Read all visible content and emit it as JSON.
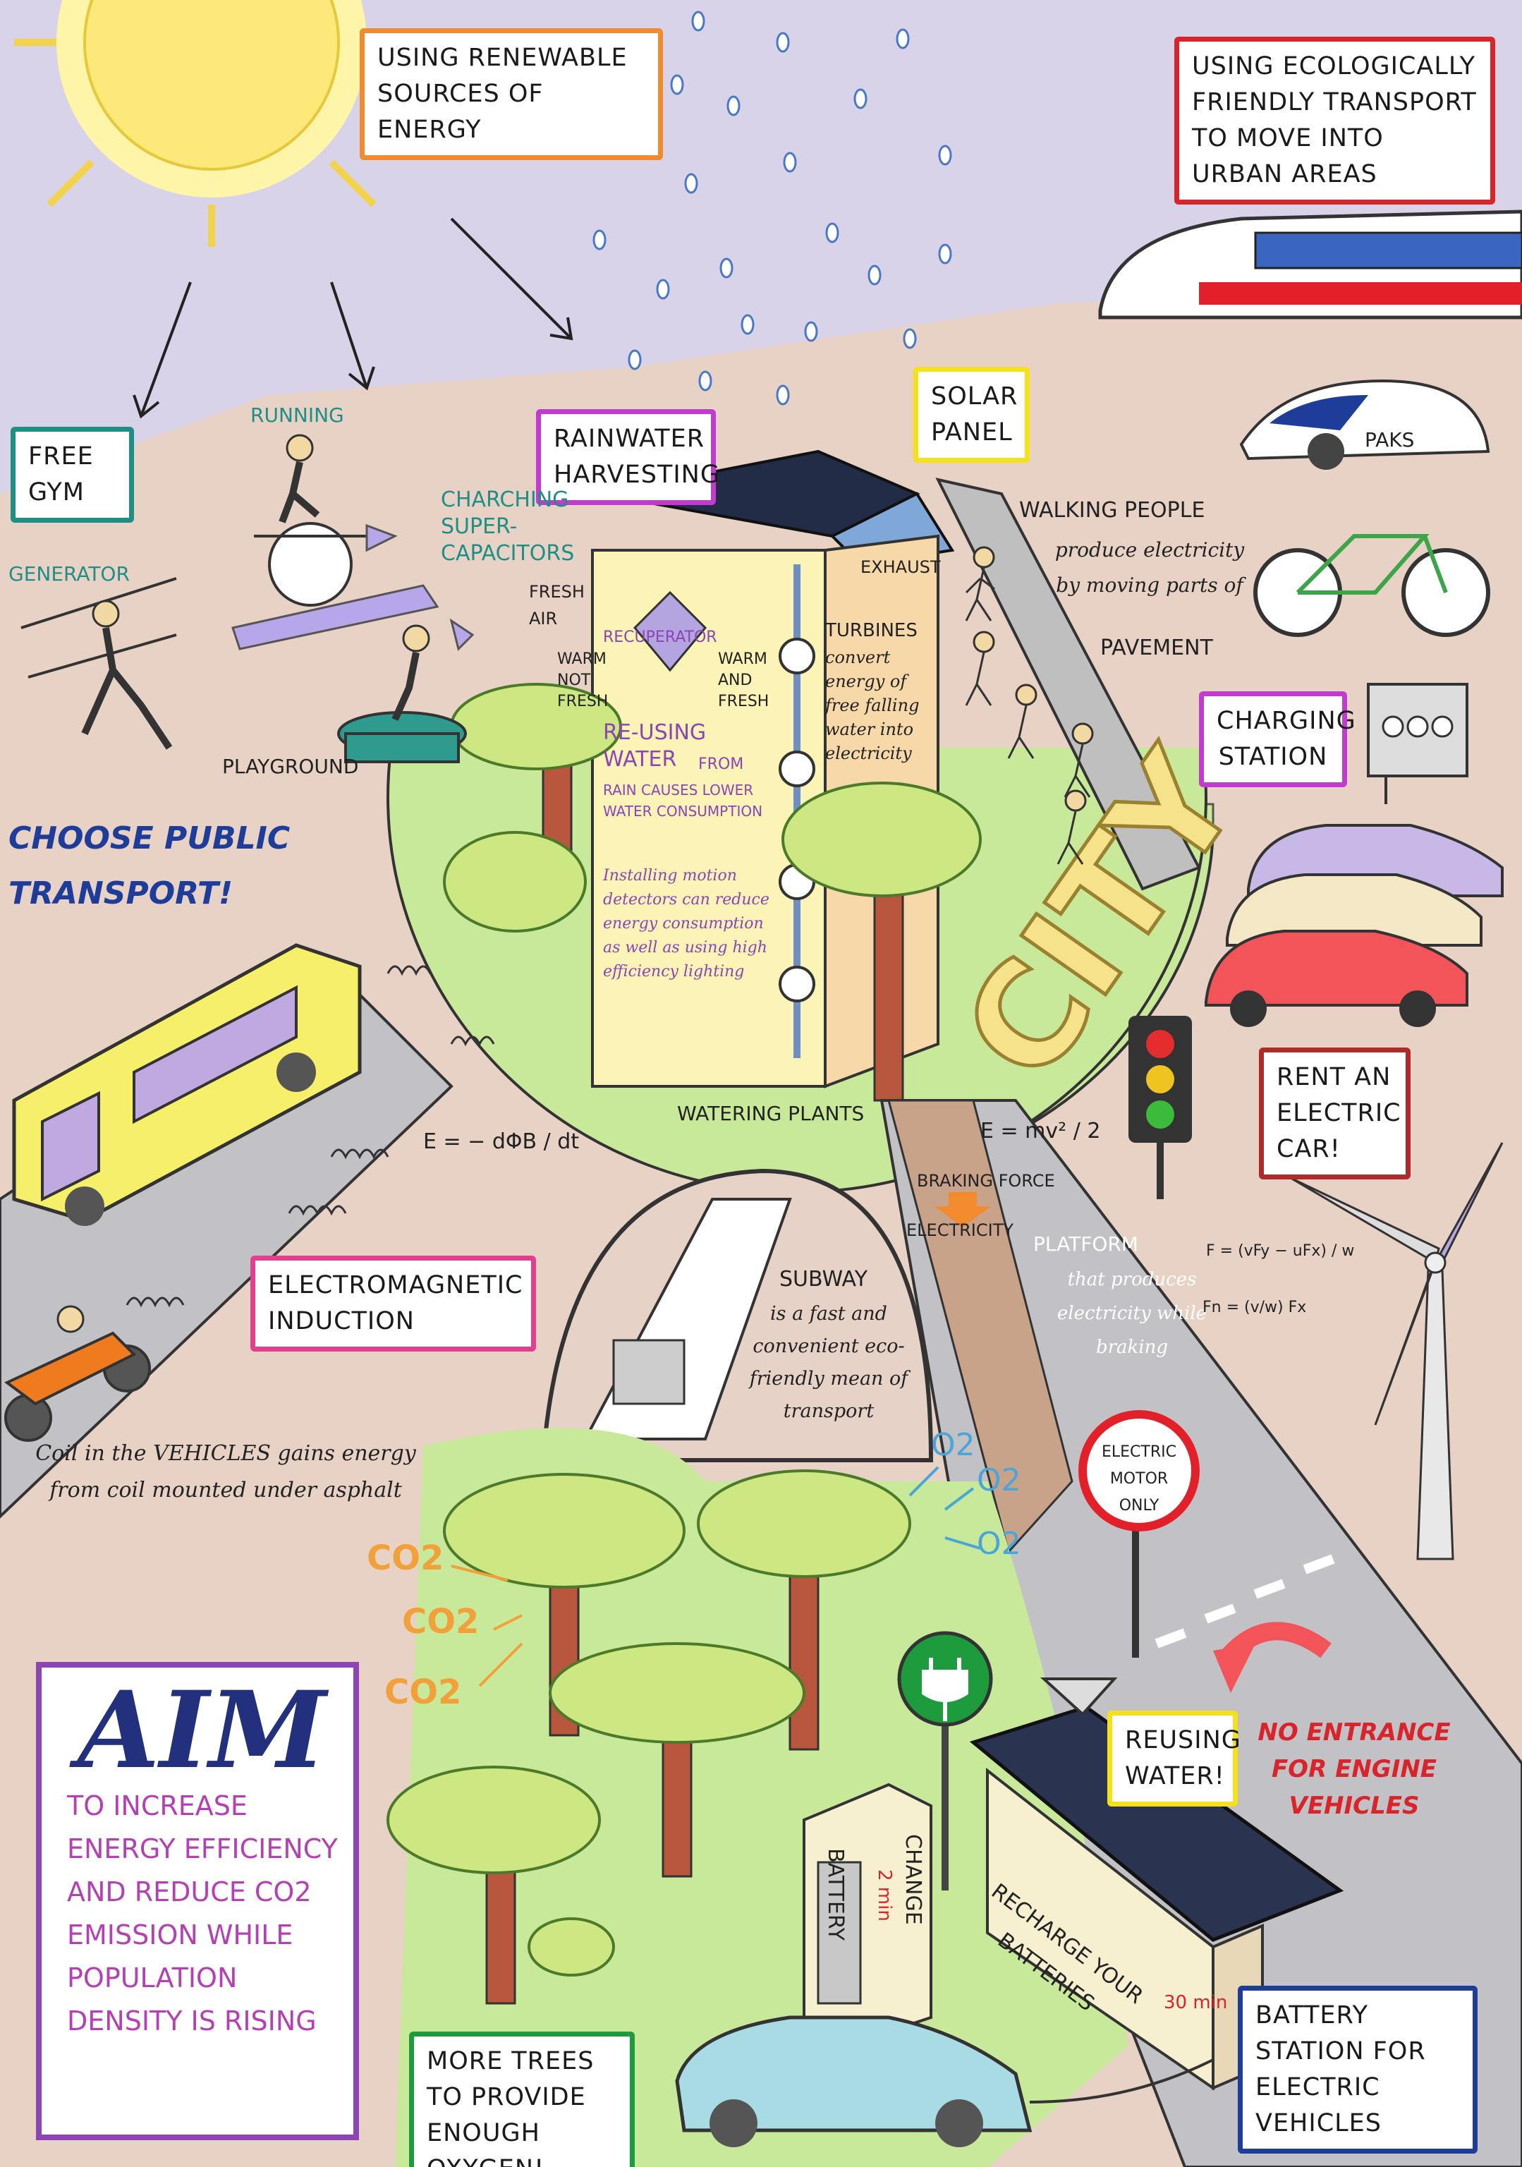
{
  "colors": {
    "sky": "#d9d3ea",
    "ground": "#e8d2c6",
    "grass": "#c9e99a",
    "road": "#c2c2c6",
    "sun": "#fde87a",
    "orange": "#f28a2e",
    "red": "#d9242b",
    "magenta": "#c23ad0",
    "teal": "#1f8f86",
    "yellow": "#f5e11b",
    "navy": "#1e3c9a",
    "green": "#1e9b3c",
    "aim_text": "#b53fb5",
    "aim_title": "#22307e"
  },
  "boxes": {
    "renewable": "USING RENEWABLE SOURCES OF ENERGY",
    "eco_transport": "USING ECOLOGICALLY FRIENDLY TRANSPORT TO MOVE INTO URBAN AREAS",
    "free_gym": "FREE GYM",
    "rainwater": "RAINWATER HARVESTING",
    "solar": "SOLAR PANEL",
    "charging": "CHARGING STATION",
    "rent": "RENT AN ELECTRIC CAR!",
    "induction": "ELECTROMAGNETIC INDUCTION",
    "reusing": "REUSING WATER!",
    "trees": "MORE TREES TO PROVIDE ENOUGH OXYGEN!",
    "battery_station": "BATTERY STATION FOR ELECTRIC VEHICLES"
  },
  "labels": {
    "running": "RUNNING",
    "generator": "GENERATOR",
    "charging_caps": "CHARCHING SUPER-CAPACITORS",
    "playground": "PLAYGROUND",
    "fresh_air": "FRESH AIR",
    "recuperator": "RECUPERATOR",
    "warm_not_fresh": "WARM NOT FRESH",
    "warm_fresh": "WARM AND FRESH",
    "exhaust": "EXHAUST",
    "turbines": "TURBINES",
    "turbines_text": "convert energy of free falling water into electricity",
    "reusing_water": "RE-USING WATER",
    "from": "FROM",
    "rain_text": "RAIN CAUSES LOWER WATER CONSUMPTION",
    "motion_text": "Installing motion detectors can reduce energy consumption as well as using high efficiency lighting",
    "watering": "WATERING PLANTS",
    "walking_title": "WALKING PEOPLE",
    "walking_text": "produce electricity by moving parts of",
    "pavement": "PAVEMENT",
    "paks": "PAKS",
    "choose": "CHOOSE PUBLIC TRANSPORT!",
    "city": "CITY",
    "eq_induction": "E = − dΦB / dt",
    "eq_kinetic": "E = mv² / 2",
    "braking_force": "BRAKING FORCE",
    "electricity": "ELECTRICITY",
    "platform_title": "PLATFORM",
    "platform_text": "that produces electricity while braking",
    "eq_force": "F = (vFy − uFx) / w",
    "eq_fn": "Fn = (v/w) Fx",
    "subway_title": "SUBWAY",
    "subway_text": "is a fast and convenient eco-friendly mean of transport",
    "coil_text": "Coil in the VEHICLES gains energy from coil mounted under asphalt",
    "electric_only": "ELECTRIC MOTOR ONLY",
    "o2": "O2",
    "co2": "CO2",
    "no_entrance": "NO ENTRANCE FOR ENGINE VEHICLES",
    "battery_change_a": "BATTERY",
    "battery_change_b": "CHANGE",
    "battery_min": "2 min",
    "recharge": "RECHARGE YOUR BATTERIES",
    "recharge_time": "30 min"
  },
  "aim": {
    "title": "AIM",
    "text": "TO INCREASE ENERGY EFFICIENCY AND REDUCE CO2 EMISSION WHILE POPULATION DENSITY IS RISING"
  },
  "icons": [
    "sun-icon",
    "rain-drop-icon",
    "train-icon",
    "car-icon",
    "bicycle-icon",
    "bus-icon",
    "motorbike-icon",
    "wind-turbine-icon",
    "traffic-light-icon",
    "plug-icon",
    "tree-icon",
    "walking-person-icon",
    "charging-station-icon"
  ]
}
